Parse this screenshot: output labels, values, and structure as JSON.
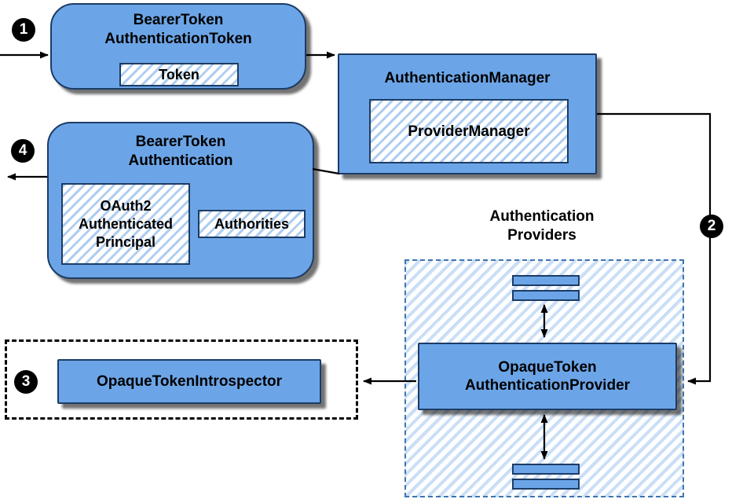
{
  "badges": {
    "step1": "1",
    "step2": "2",
    "step3": "3",
    "step4": "4"
  },
  "nodes": {
    "bearer_token_authentication_token": {
      "title": "BearerToken\nAuthenticationToken",
      "token_label": "Token"
    },
    "authentication_manager": {
      "title": "AuthenticationManager",
      "provider_manager_label": "ProviderManager"
    },
    "bearer_token_authentication": {
      "title": "BearerToken\nAuthentication",
      "principal_label": "OAuth2\nAuthenticated\nPrincipal",
      "authorities_label": "Authorities"
    },
    "opaque_token_introspector": {
      "label": "OpaqueTokenIntrospector"
    },
    "authentication_providers": {
      "title": "Authentication\nProviders",
      "provider_label": "OpaqueToken\nAuthenticationProvider"
    }
  },
  "colors": {
    "blue": "#6ca5e7",
    "box_border": "#1c3c66",
    "hatch": "#aecdf0",
    "dash_border": "#3f74b0"
  }
}
